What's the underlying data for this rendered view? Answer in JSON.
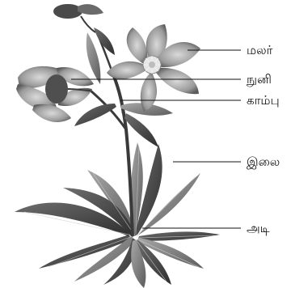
{
  "figure": {
    "subject": "Hellebore plant",
    "labels": [
      {
        "id": "flower",
        "text": "மலர்"
      },
      {
        "id": "bud",
        "text": "நுனி"
      },
      {
        "id": "stem",
        "text": "காம்பு"
      },
      {
        "id": "leaf",
        "text": "இலை"
      },
      {
        "id": "base",
        "text": "அடி"
      }
    ]
  }
}
